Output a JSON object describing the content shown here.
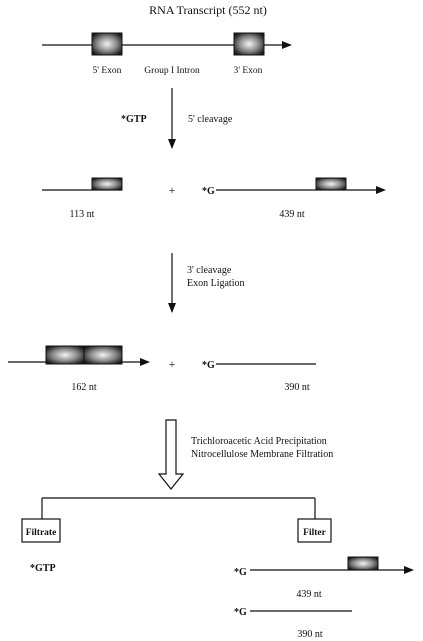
{
  "title": "RNA  Transcript  (552 nt)",
  "top": {
    "exon5_label": "5' Exon",
    "intron_label": "Group I Intron",
    "exon3_label": "3' Exon"
  },
  "step1": {
    "reagent": "*GTP",
    "label": "5' cleavage"
  },
  "row2": {
    "left_length": "113 nt",
    "plus": "+",
    "g_label": "*G",
    "right_length": "439 nt"
  },
  "step2": {
    "line1": "3' cleavage",
    "line2": "Exon Ligation"
  },
  "row3": {
    "left_length": "162 nt",
    "plus": "+",
    "g_label": "*G",
    "right_length": "390 nt"
  },
  "step3": {
    "line1": "Trichloroacetic Acid Precipitation",
    "line2": "Nitrocellulose Membrane Filtration"
  },
  "bottom": {
    "filtrate_box": "Filtrate",
    "filter_box": "Filter",
    "filtrate_content": "*GTP",
    "g_label_1": "*G",
    "length_1": "439 nt",
    "g_label_2": "*G",
    "length_2": "390 nt"
  },
  "colors": {
    "ink": "#111111",
    "exon_center": "#f2f2f2",
    "exon_edge": "#1a1a1a"
  }
}
